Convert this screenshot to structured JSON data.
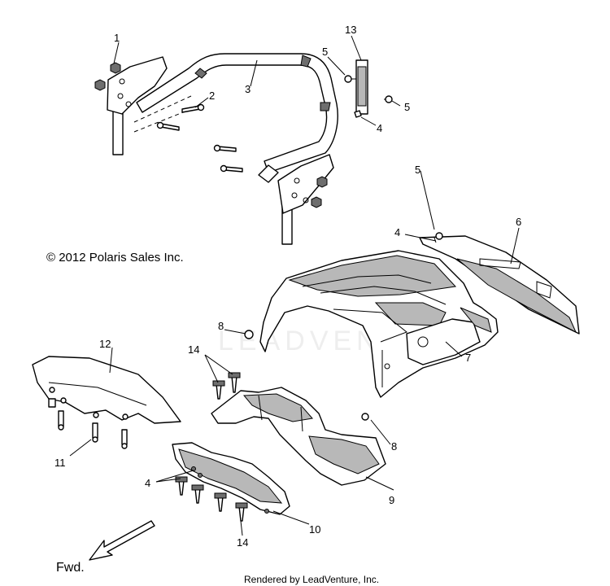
{
  "callouts": {
    "c1": "1",
    "c2": "2",
    "c3": "3",
    "c4a": "4",
    "c4b": "4",
    "c4c": "4",
    "c5a": "5",
    "c5b": "5",
    "c5c": "5",
    "c6": "6",
    "c7": "7",
    "c8a": "8",
    "c8b": "8",
    "c9": "9",
    "c10": "10",
    "c11": "11",
    "c12": "12",
    "c13": "13",
    "c14a": "14",
    "c14b": "14"
  },
  "copyright": "© 2012 Polaris Sales Inc.",
  "fwd_label": "Fwd.",
  "rendered_by": "Rendered by LeadVenture, Inc.",
  "watermark": "LEADVENTURE"
}
